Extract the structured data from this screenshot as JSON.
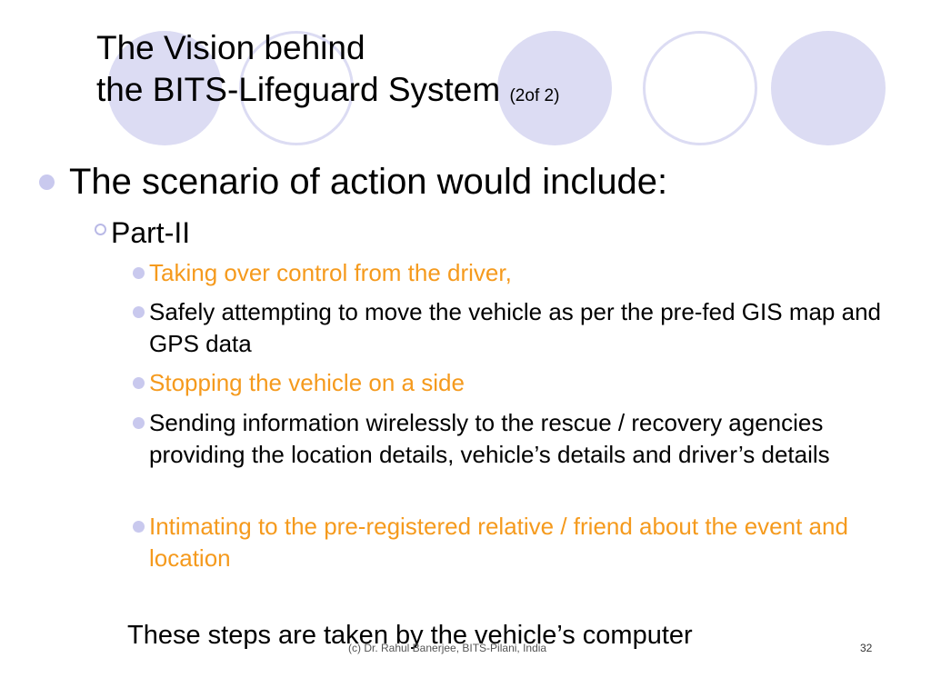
{
  "slide": {
    "title_line1": "The Vision behind",
    "title_line2": "the BITS-Lifeguard System",
    "title_suffix": "(2of 2)",
    "heading": "The scenario of action would include:",
    "subheading": "Part-II",
    "items": [
      {
        "text": "Taking over control from the driver,",
        "highlight": true
      },
      {
        "text": "Safely attempting to move the vehicle as per the pre-fed GIS map and GPS data",
        "highlight": false
      },
      {
        "text": "Stopping the vehicle on a side",
        "highlight": true
      },
      {
        "text": "Sending information wirelessly to the rescue / recovery agencies providing the location details, vehicle’s details and driver’s details",
        "highlight": false
      },
      {
        "text": "Intimating to the pre-registered relative / friend about the event and location",
        "highlight": true
      }
    ],
    "summary": "These steps are taken by the vehicle’s computer",
    "footer": "(c) Dr. Rahul Banerjee, BITS-Pilani, India",
    "slide_number": "32"
  },
  "colors": {
    "highlight": "#f59a1d",
    "text": "#000000",
    "circle_fill": "#dcdcf3"
  }
}
